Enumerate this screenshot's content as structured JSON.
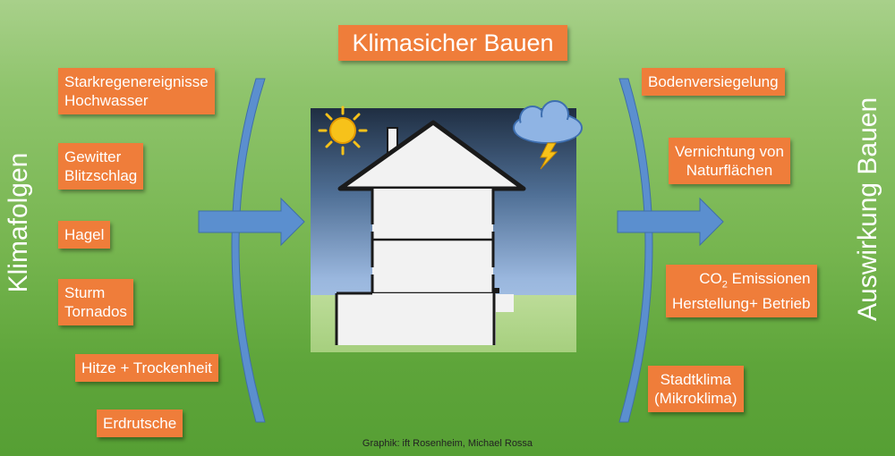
{
  "title": "Klimasicher Bauen",
  "left_label": "Klimafolgen",
  "right_label": "Auswirkung Bauen",
  "credit": "Graphik: ift Rosenheim, Michael Rossa",
  "left_items": [
    {
      "line1": "Starkregenereignisse",
      "line2": "Hochwasser"
    },
    {
      "line1": "Gewitter",
      "line2": "Blitzschlag"
    },
    {
      "line1": "Hagel",
      "line2": ""
    },
    {
      "line1": "Sturm",
      "line2": "Tornados"
    },
    {
      "line1": "Hitze + Trockenheit",
      "line2": ""
    },
    {
      "line1": "Erdrutsche",
      "line2": ""
    }
  ],
  "right_items": [
    {
      "line1": "Bodenversiegelung",
      "line2": ""
    },
    {
      "line1": "Vernichtung von",
      "line2": "Naturflächen"
    },
    {
      "co2": "CO",
      "co2_sub": "2",
      "co2_rest": " Emissionen",
      "line2": "Herstellung+ Betrieb"
    },
    {
      "line1": "Stadtklima",
      "line2": "(Mikroklima)"
    }
  ],
  "colors": {
    "box": "#ef7d3a",
    "arrow": "#5b8fcf",
    "sky_top": "#1f2e42",
    "sky_bottom": "#a9c4e6",
    "ground": "#b6d98f"
  },
  "icons": [
    "sun-icon",
    "storm-cloud-icon",
    "lightning-icon"
  ]
}
